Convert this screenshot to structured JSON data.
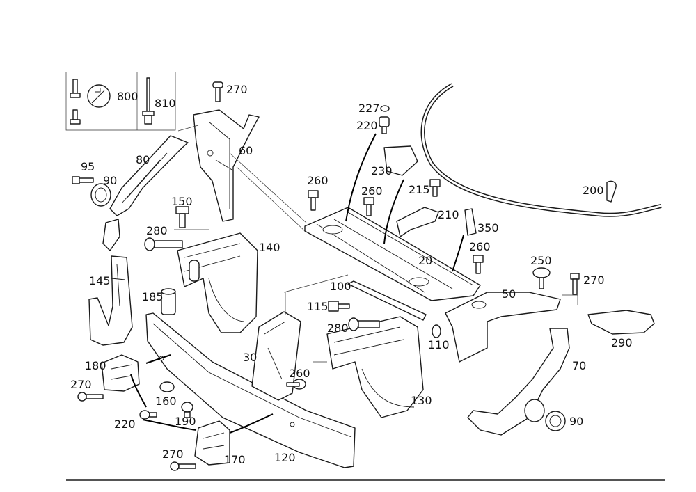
{
  "callouts": {
    "c20": "20",
    "c30": "30",
    "c50": "50",
    "c60": "60",
    "c70": "70",
    "c80": "80",
    "c90a": "90",
    "c90b": "90",
    "c95": "95",
    "c100": "100",
    "c110": "110",
    "c115": "115",
    "c120": "120",
    "c130": "130",
    "c140": "140",
    "c145": "145",
    "c150": "150",
    "c160": "160",
    "c170": "170",
    "c180": "180",
    "c185": "185",
    "c190": "190",
    "c200": "200",
    "c210": "210",
    "c215": "215",
    "c220a": "220",
    "c220b": "220",
    "c227": "227",
    "c230": "230",
    "c250": "250",
    "c260a": "260",
    "c260b": "260",
    "c260c": "260",
    "c260d": "260",
    "c270a": "270",
    "c270b": "270",
    "c270c": "270",
    "c270d": "270",
    "c280a": "280",
    "c280b": "280",
    "c290": "290",
    "c350": "350",
    "c800": "800",
    "c810": "810"
  },
  "colors": {
    "line": "#1a1a1a",
    "background": "#ffffff"
  }
}
